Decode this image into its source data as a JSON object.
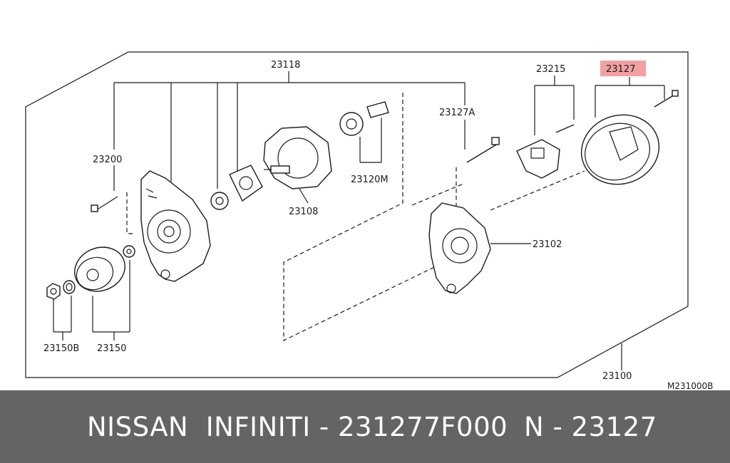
{
  "diagram": {
    "callouts": {
      "c23118": "23118",
      "c23200": "23200",
      "c23120M": "23120M",
      "c23108": "23108",
      "c23127A": "23127A",
      "c23215": "23215",
      "c23127": "23127",
      "c23102": "23102",
      "c23150B": "23150B",
      "c23150": "23150",
      "c23100": "23100"
    },
    "figure_code": "M231000B",
    "highlight_color": "#f2a0a0"
  },
  "banner": {
    "part_text": "NISSAN  INFINITI - 231277F000",
    "code_text": "N - 23127",
    "background": "#646464"
  }
}
